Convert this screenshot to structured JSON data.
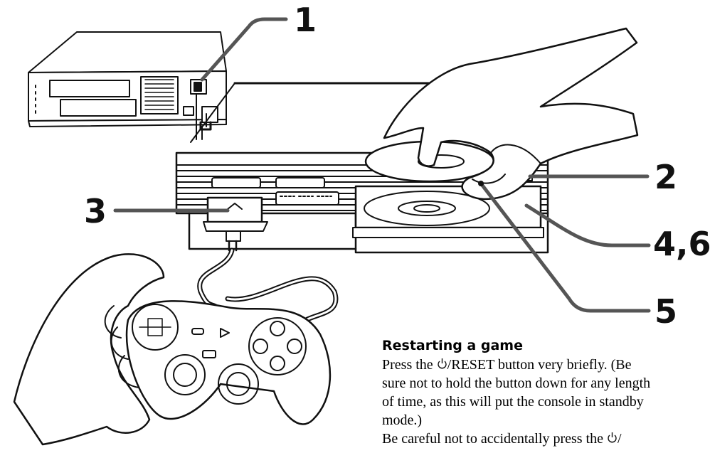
{
  "callouts": {
    "one": "1",
    "two": "2",
    "three": "3",
    "four_six": "4,6",
    "five": "5"
  },
  "icons": {
    "power": "power-standby-icon"
  },
  "restart_section": {
    "heading": "Restarting a game",
    "lines": [
      {
        "before": "Press the ",
        "icon": true,
        "after": "/RESET button very briefly. (Be"
      },
      {
        "before": "sure not to hold the button down for any length",
        "icon": false,
        "after": ""
      },
      {
        "before": "of time, as this will put the console in standby",
        "icon": false,
        "after": ""
      },
      {
        "before": "mode.)",
        "icon": false,
        "after": ""
      },
      {
        "before": "Be careful not to accidentally press the ",
        "icon": true,
        "after": "/"
      }
    ]
  }
}
